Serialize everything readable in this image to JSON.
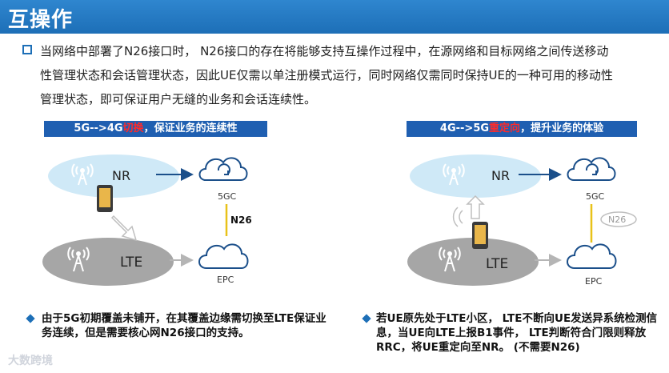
{
  "title": "互操作",
  "intro": {
    "line1": "当网络中部署了N26接口时， N26接口的存在将能够支持互操作过程中，在源网络和目标网络之间传送移动",
    "line2": "性管理状态和会话管理状态，因此UE仅需以单注册模式运行，同时网络仅需同时保持UE的一种可用的移动性",
    "line3": "管理状态，即可保证用户无缝的业务和会话连续性。"
  },
  "left_panel": {
    "banner_pre": "5G-->4G",
    "banner_red": "切换",
    "banner_post": "，保证业务的连续性",
    "nr_label": "NR",
    "lte_label": "LTE",
    "core_5g": "5GC",
    "core_epc": "EPC",
    "interface": "N26",
    "note": "由于5G初期覆盖未铺开，在其覆盖边缘需切换至LTE保证业务连续，但是需要核心网N26接口的支持。"
  },
  "right_panel": {
    "banner_pre": "4G-->5G",
    "banner_red": "重定向",
    "banner_post": "，提升业务的体验",
    "nr_label": "NR",
    "lte_label": "LTE",
    "core_5g": "5GC",
    "core_epc": "EPC",
    "interface": "N26",
    "note": "若UE原先处于LTE小区， LTE不断向UE发送异系统检测信息，当UE向LTE上报B1事件， LTE判断符合门限则释放RRC，将UE重定向至NR。 (不需要N26)"
  },
  "watermark": "大数跨境",
  "colors": {
    "title_bg": "#1d6fb7",
    "banner_bg": "#1f5fb1",
    "highlight": "#ff2a2a",
    "nr_ellipse": "#cfe9f7",
    "lte_ellipse": "#a6a6a6",
    "link_yellow": "#e8c21a"
  }
}
